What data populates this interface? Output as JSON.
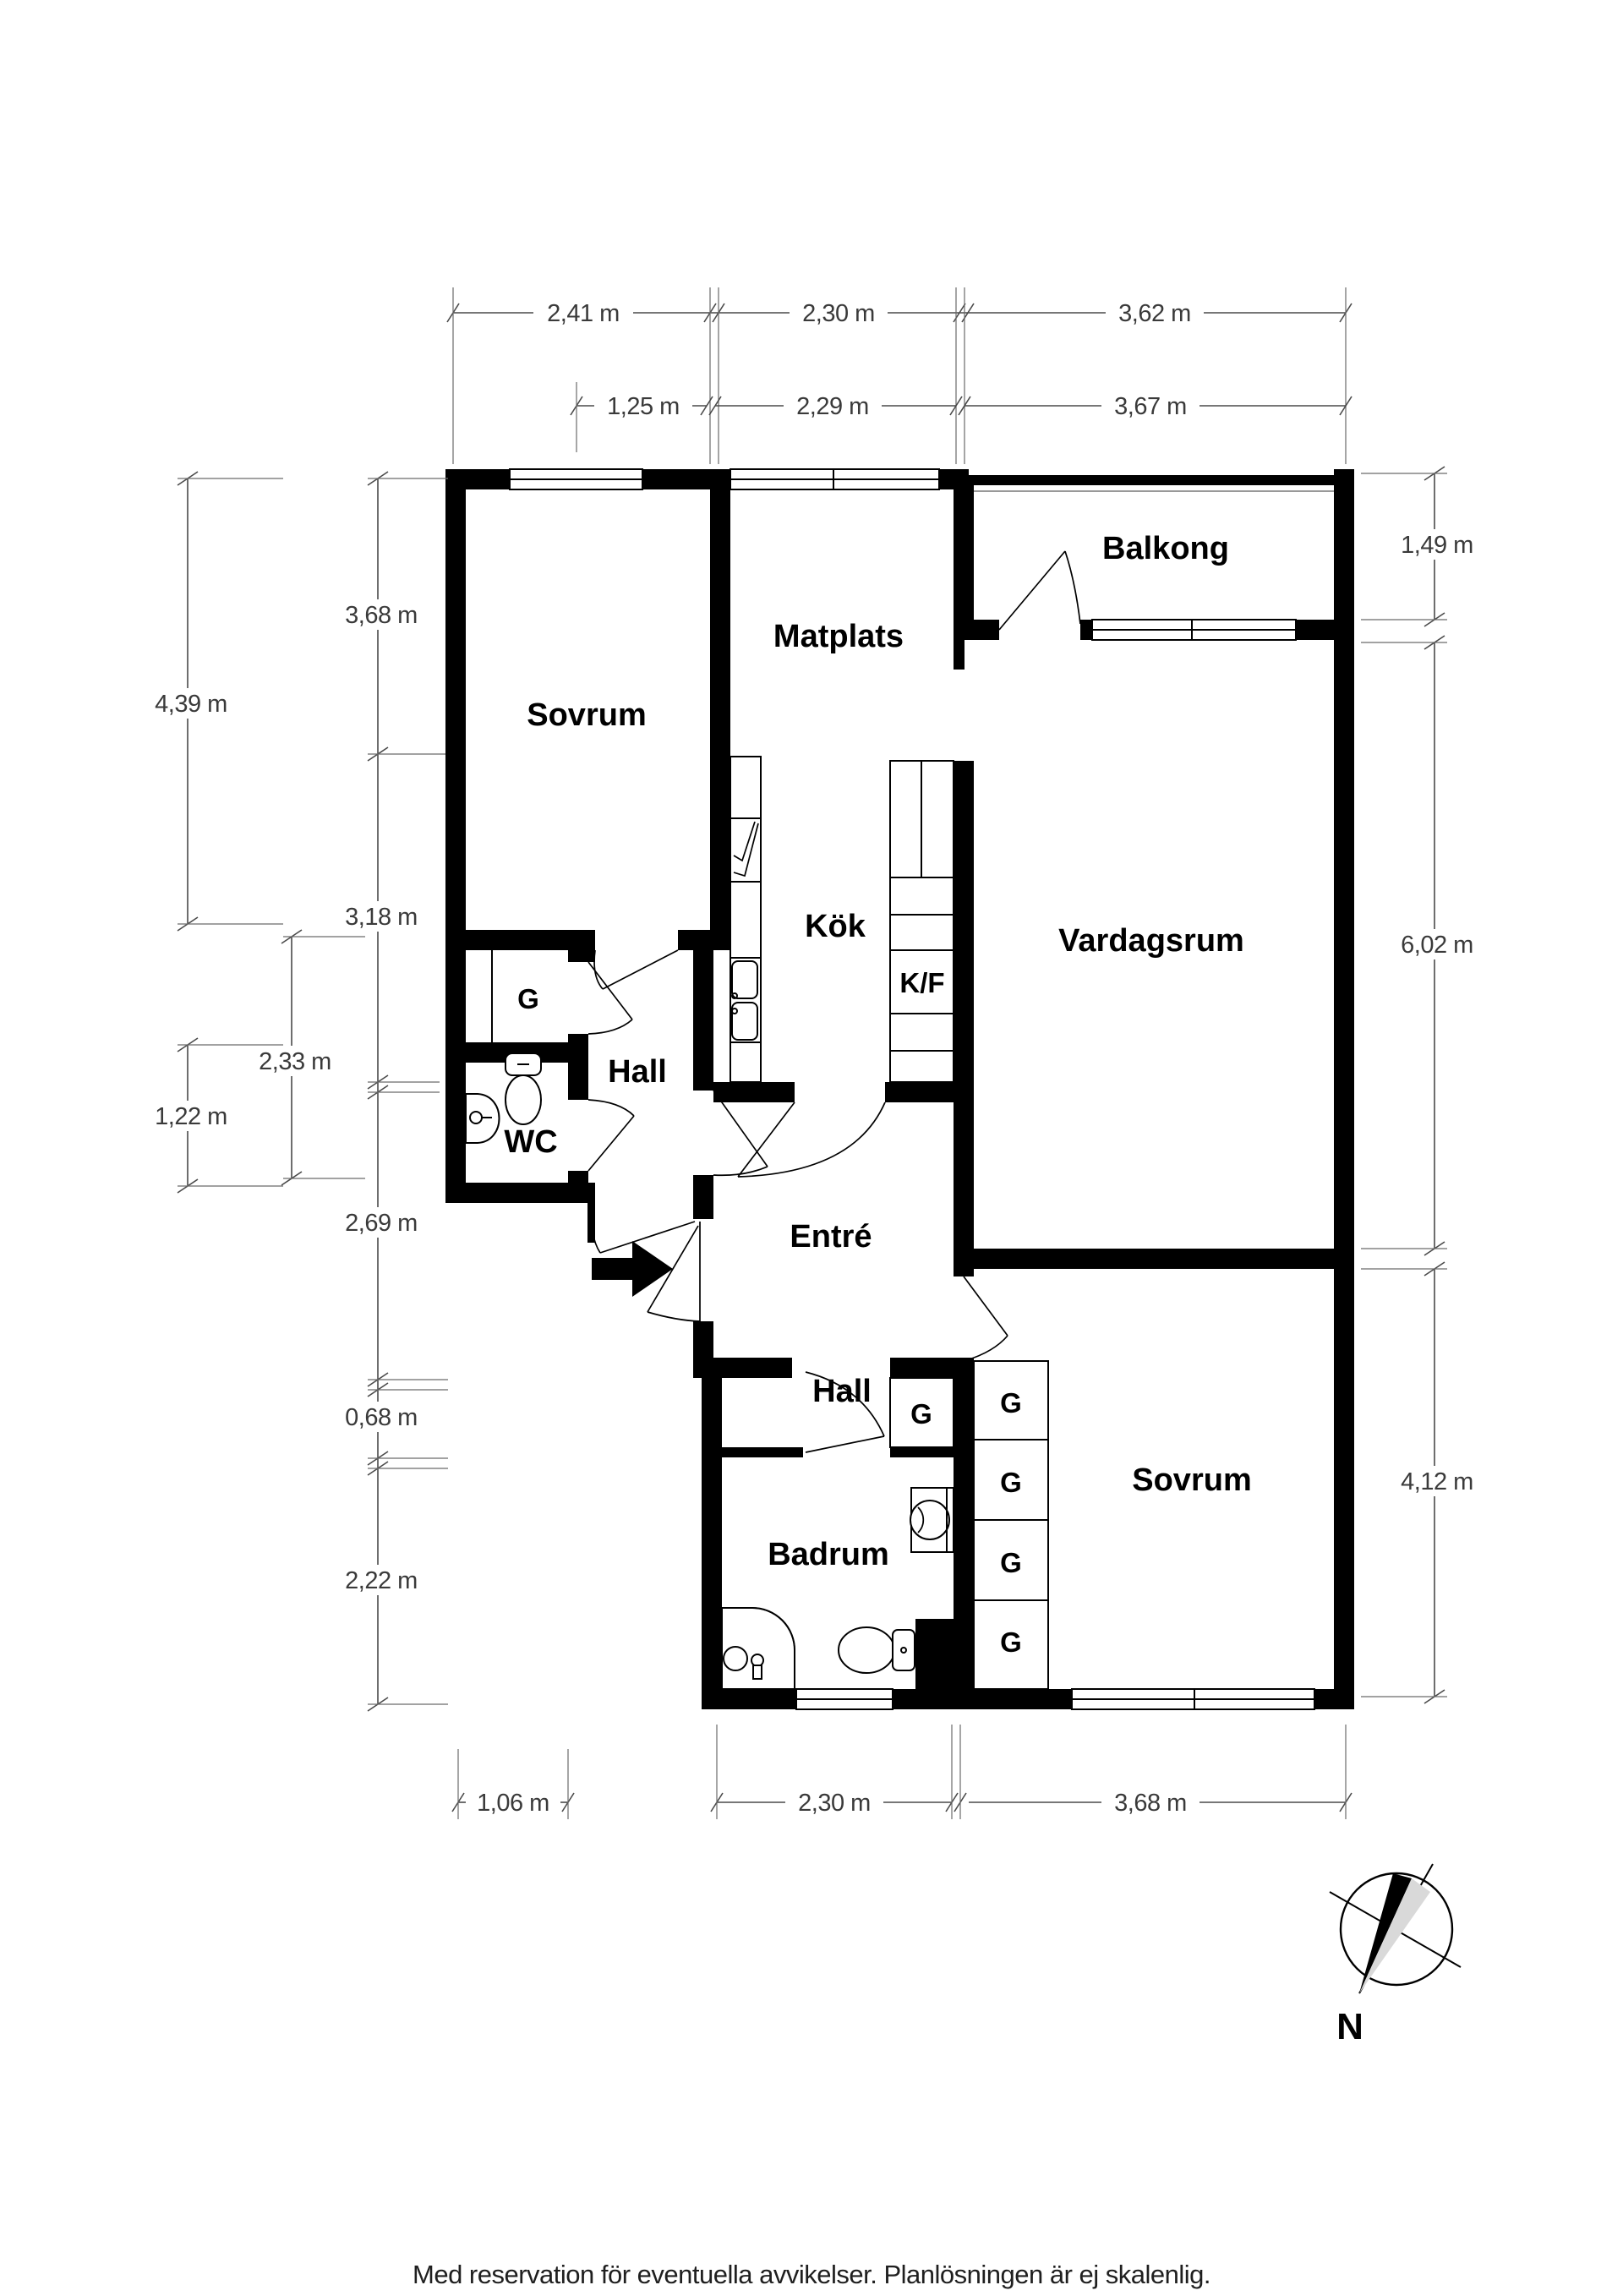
{
  "rooms": {
    "balkong": "Balkong",
    "matplats": "Matplats",
    "sovrum1": "Sovrum",
    "kok": "Kök",
    "kf": "K/F",
    "vardagsrum": "Vardagsrum",
    "g1": "G",
    "hall1": "Hall",
    "wc": "WC",
    "entre": "Entré",
    "hall2": "Hall",
    "g_hall": "G",
    "g_col1": "G",
    "g_col2": "G",
    "g_col3": "G",
    "g_col4": "G",
    "sovrum2": "Sovrum",
    "badrum": "Badrum"
  },
  "dimensions": {
    "top_row1": [
      "2,41 m",
      "2,30 m",
      "3,62 m"
    ],
    "top_row2": [
      "1,25 m",
      "2,29 m",
      "3,67 m"
    ],
    "left_outer": [
      "4,39 m",
      "1,22 m"
    ],
    "left_middle": [
      "2,33 m"
    ],
    "left_inner": [
      "3,68 m",
      "3,18 m",
      "2,69 m",
      "0,68 m",
      "2,22 m"
    ],
    "right": [
      "1,49  m",
      "6,02 m",
      "4,12 m"
    ],
    "bottom": [
      "1,06 m",
      "2,30 m",
      "3,68 m"
    ]
  },
  "compass": {
    "north_label": "N"
  },
  "footer": {
    "disclaimer": "Med reservation för eventuella avvikelser. Planlösningen är ej skalenlig."
  }
}
